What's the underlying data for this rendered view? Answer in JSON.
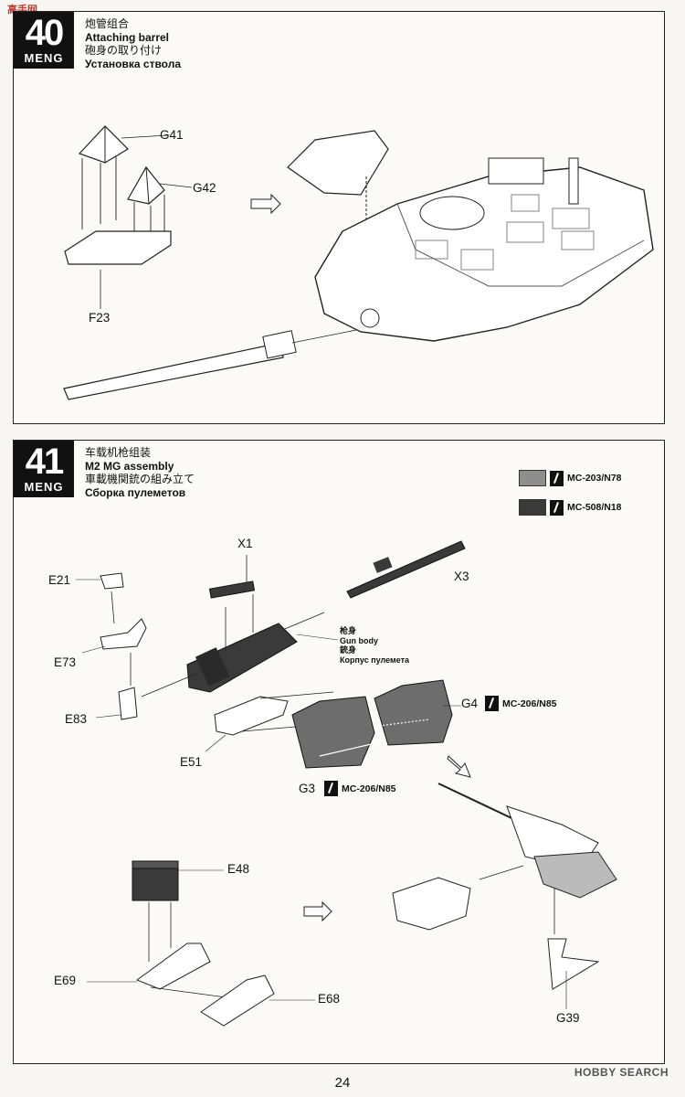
{
  "watermark_top": "高手网",
  "step40": {
    "number": "40",
    "brand": "MENG",
    "title_zh": "炮管组合",
    "title_en": "Attaching barrel",
    "title_jp": "砲身の取り付け",
    "title_ru": "Установка ствола",
    "parts": [
      "G41",
      "G42",
      "F23"
    ]
  },
  "step41": {
    "number": "41",
    "brand": "MENG",
    "title_zh": "车载机枪组装",
    "title_en": "M2 MG assembly",
    "title_jp": "車載機関銃の組み立て",
    "title_ru": "Сборка пулеметов",
    "paints": [
      {
        "code": "MC-203/N78",
        "color": "#8e8e8e"
      },
      {
        "code": "MC-508/N18",
        "color": "#3a3a3a"
      }
    ],
    "gun_body_labels": [
      "枪身",
      "Gun body",
      "銃身",
      "Корпус пулемета"
    ],
    "parts": [
      "X1",
      "X3",
      "E21",
      "E73",
      "E83",
      "E51",
      "G4",
      "G3",
      "E48",
      "E69",
      "E68",
      "G39"
    ],
    "g4_paint": "MC-206/N85",
    "g3_paint": "MC-206/N85"
  },
  "page_number": "24",
  "watermark_bottom": "HOBBY SEARCH"
}
